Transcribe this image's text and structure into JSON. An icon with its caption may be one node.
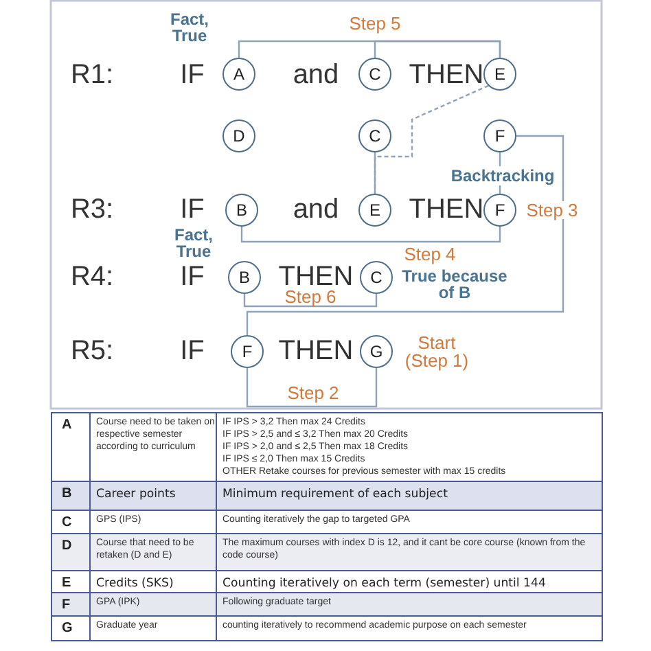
{
  "diagram": {
    "nodes": [
      {
        "text": [
          "A"
        ],
        "beside": [
          "Fact, True"
        ]
      },
      {
        "text": [
          "C"
        ]
      },
      {
        "text": [
          "E"
        ]
      },
      {
        "text": [
          "D"
        ]
      },
      {
        "text": [
          "C"
        ]
      },
      {
        "text": [
          "F"
        ]
      },
      {
        "text": [
          "B"
        ]
      },
      {
        "text": [
          "E"
        ]
      },
      {
        "text": [
          "F"
        ],
        "beside": [
          "Step 3"
        ]
      },
      {
        "text": [
          "B"
        ],
        "beside": [
          "Fact, True"
        ]
      },
      {
        "text": [
          "C"
        ],
        "beside": [
          "True because of B"
        ]
      },
      {
        "text": [
          "F"
        ]
      },
      {
        "text": [
          "G"
        ],
        "beside": [
          "Start (Step 1)"
        ]
      }
    ],
    "edges": [
      {
        "from": 0,
        "to": 2,
        "arrow": "none",
        "label": "Step 5"
      },
      {
        "from": 1,
        "to": 2,
        "arrow": "none"
      },
      {
        "from": 2,
        "to": 7,
        "arrow": "none",
        "style": "dashed"
      },
      {
        "from": 4,
        "to": 7,
        "arrow": "none"
      },
      {
        "from": 5,
        "to": 8,
        "arrow": "none",
        "label": "Backtracking"
      },
      {
        "from": 5,
        "to": 11,
        "arrow": "none"
      },
      {
        "from": 6,
        "to": 8,
        "arrow": "none",
        "label": "Step 4"
      },
      {
        "from": 9,
        "to": 10,
        "arrow": "none",
        "label": "Step 6"
      },
      {
        "from": 11,
        "to": 12,
        "arrow": "none",
        "label": "Step 2"
      }
    ],
    "labels": [
      "R1:",
      "IF",
      "and",
      "THEN",
      "R3:",
      "IF",
      "and",
      "THEN",
      "R4:",
      "IF",
      "THEN",
      "R5:",
      "IF",
      "THEN",
      "A",
      "Course need to be taken on respective semester according to curriculum",
      "IF IPS > 3,2 Then max 24 Credits",
      "IF IPS > 2,5 and ≤ 3,2 Then max 20 Credits",
      "IF IPS > 2,0 and ≤ 2,5 Then max 18 Credits",
      "IF IPS ≤ 2,0 Then max 15 Credits",
      "OTHER Retake courses for previous semester with max 15 credits",
      "B",
      "Career points",
      "Minimum requirement of each subject",
      "C",
      "GPS (IPS)",
      "Counting iteratively the gap to targeted GPA",
      "D",
      "Course that need to be retaken (D and E)",
      "The maximum courses with index D is 12, and it cant be core course (known from the code course)",
      "E",
      "Credits (SKS)",
      "Counting iteratively on each term (semester) until 144",
      "F",
      "GPA (IPK)",
      "Following graduate target",
      "G",
      "Graduate year",
      "counting iteratively to recommend academic purpose on each semester"
    ]
  }
}
